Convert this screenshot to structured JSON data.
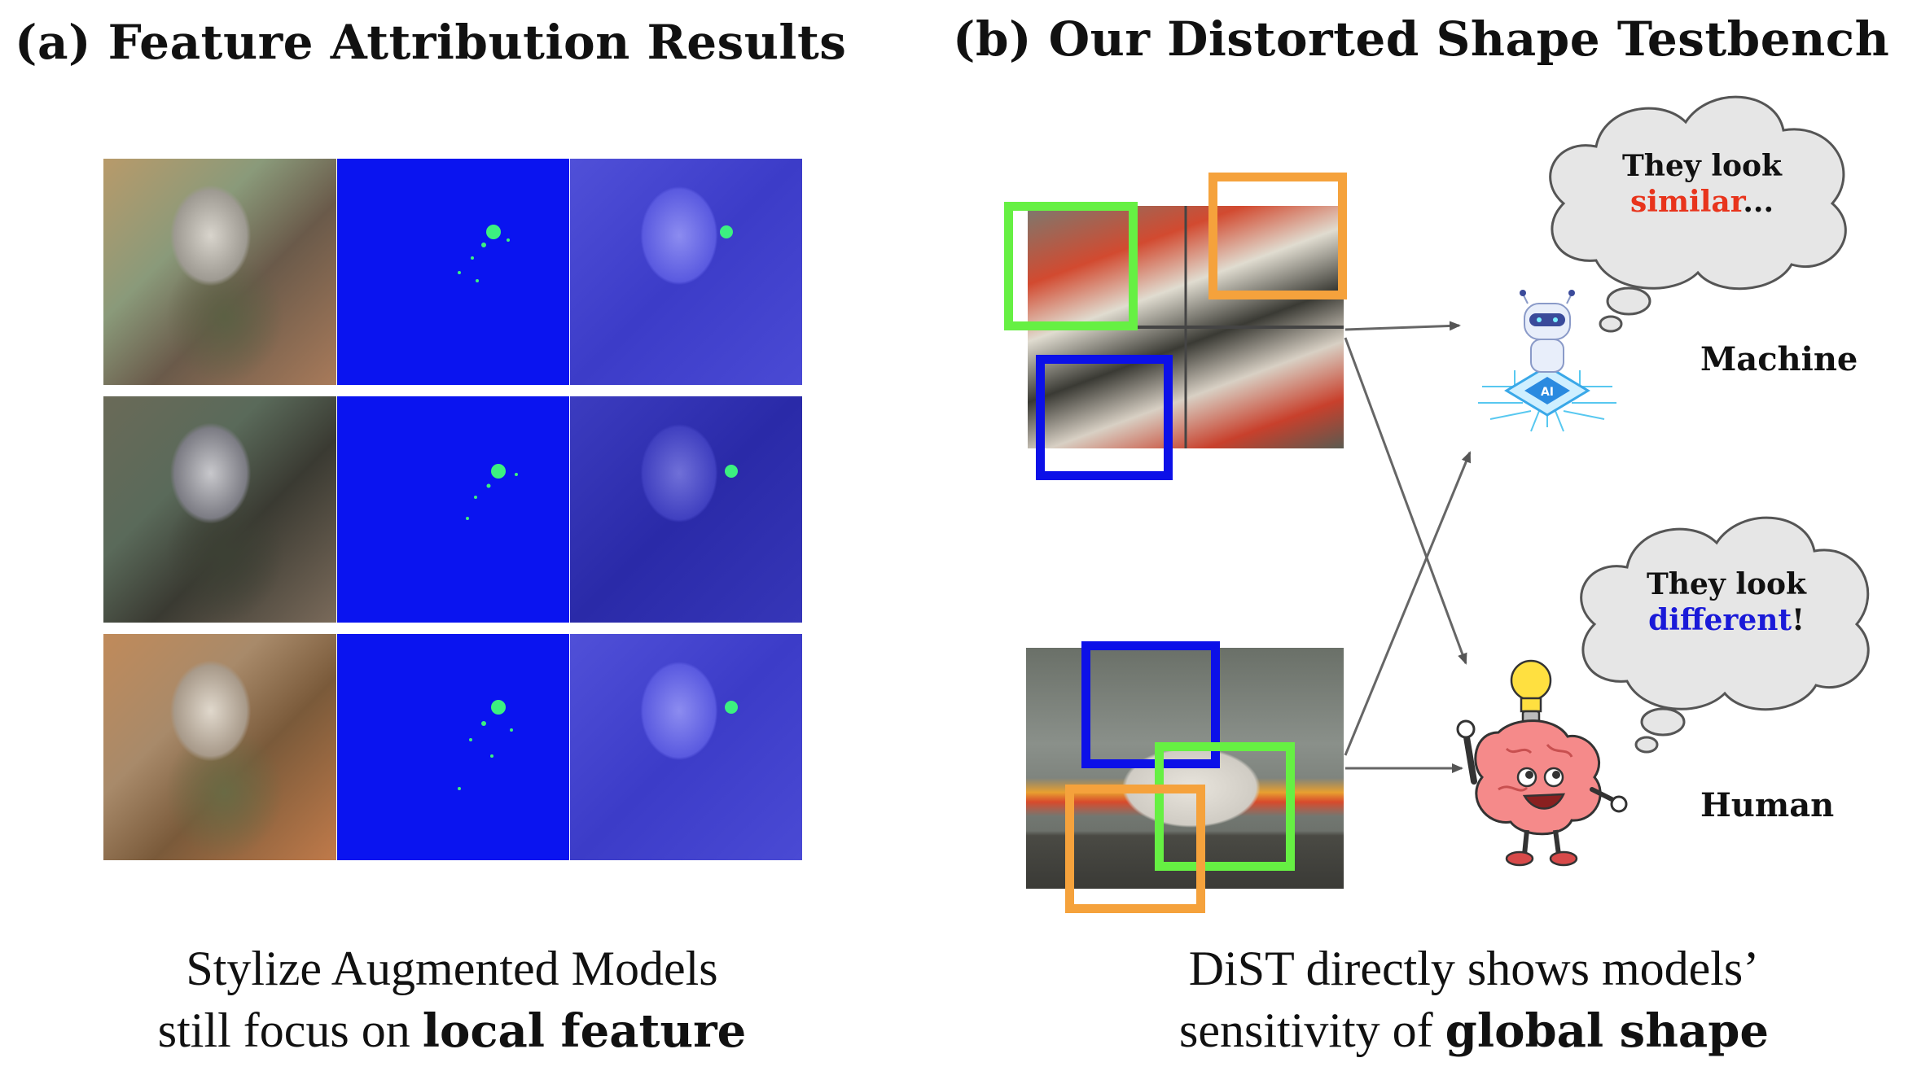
{
  "panel_a": {
    "title": "(a) Feature Attribution Results",
    "caption_line1": "Stylize Augmented Models",
    "caption_line2_prefix": "still focus on ",
    "caption_line2_bold": "local feature"
  },
  "panel_b": {
    "title": "(b) Our Distorted Shape Testbench",
    "caption_line1": "DiST directly shows models’",
    "caption_line2_prefix": "sensitivity of ",
    "caption_line2_bold": "global shape",
    "machine": {
      "label": "Machine",
      "thought_line1": "They look",
      "thought_word": "similar",
      "thought_suffix": "...",
      "word_color": "#e8341c"
    },
    "human": {
      "label": "Human",
      "thought_line1": "They look",
      "thought_word": "different",
      "thought_suffix": "!",
      "word_color": "#1a1ad8"
    },
    "box_colors": {
      "green": "#66f043",
      "orange": "#f5a23c",
      "blue": "#0c10e8"
    }
  },
  "icons": {
    "robot": "robot-chip-icon",
    "brain": "brain-mascot-icon",
    "bulb": "lightbulb-icon"
  }
}
